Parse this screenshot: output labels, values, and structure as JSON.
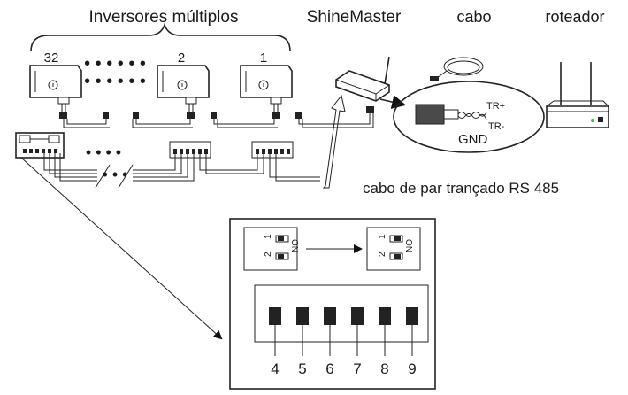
{
  "labels": {
    "inverters": "Inversores múltiplos",
    "shinemaster": "ShineMaster",
    "cable": "cabo",
    "router": "roteador",
    "twisted_pair": "cabo de par trançado RS 485",
    "tr_plus": "TR+",
    "tr_minus": "TR-",
    "gnd": "GND"
  },
  "inverters": [
    {
      "number": "32"
    },
    {
      "number": "2"
    },
    {
      "number": "1"
    }
  ],
  "dip_switch": {
    "on_label": "ON",
    "switch_1": "1",
    "switch_2": "2"
  },
  "terminal_pins": [
    "4",
    "5",
    "6",
    "7",
    "8",
    "9"
  ],
  "colors": {
    "line": "#222222",
    "router_led": "#3cc23c",
    "connector_fill": "#4a4a4a"
  }
}
